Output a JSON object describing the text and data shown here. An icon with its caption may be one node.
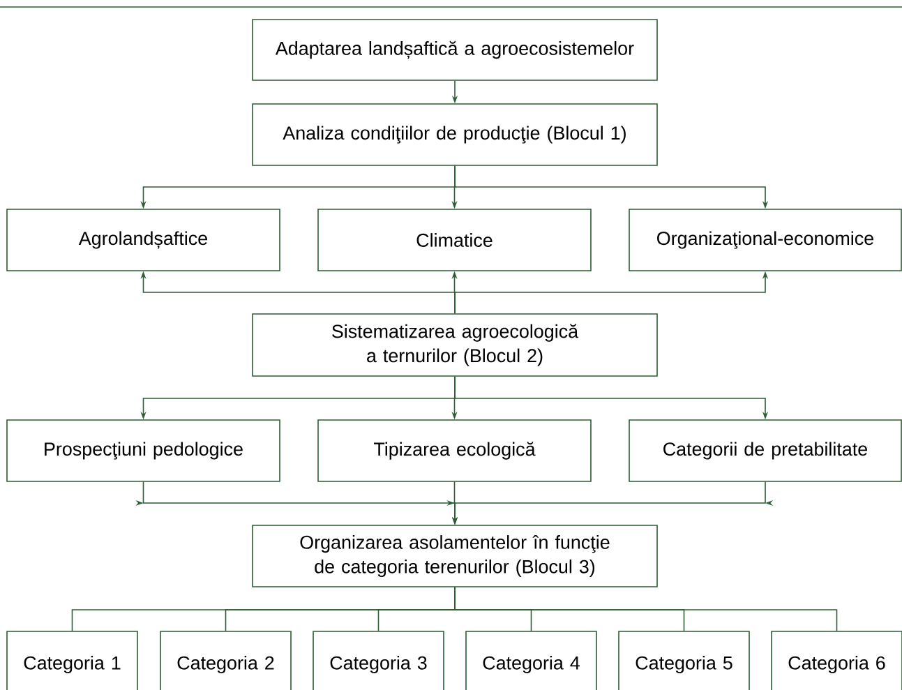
{
  "diagram": {
    "nodes": [
      {
        "text": [
          "Adaptarea landșaftică a agroecosistemelor"
        ]
      },
      {
        "text": [
          "Analiza condiţiilor de producţie (Blocul 1)"
        ]
      },
      {
        "text": [
          "Agrolandșaftice"
        ]
      },
      {
        "text": [
          "Climatice"
        ]
      },
      {
        "text": [
          "Organizaţional-economice"
        ]
      },
      {
        "text": [
          "Sistematizarea agroecologică a ternurilor (Blocul 2)"
        ]
      },
      {
        "text": [
          "Prospecţiuni pedologice"
        ]
      },
      {
        "text": [
          "Tipizarea ecologică"
        ]
      },
      {
        "text": [
          "Categorii de pretabilitate"
        ]
      },
      {
        "text": [
          "Organizarea asolamentelor în funcţie de categoria terenurilor (Blocul 3)"
        ]
      },
      {
        "text": [
          "Categoria 1"
        ]
      },
      {
        "text": [
          "Categoria 2"
        ]
      },
      {
        "text": [
          "Categoria 3"
        ]
      },
      {
        "text": [
          "Categoria 4"
        ]
      },
      {
        "text": [
          "Categoria 5"
        ]
      },
      {
        "text": [
          "Categoria 6"
        ]
      }
    ],
    "edges": [
      {
        "from": 0,
        "to": 1,
        "arrow": "to"
      },
      {
        "from": 1,
        "to": 2,
        "arrow": "to"
      },
      {
        "from": 1,
        "to": 3,
        "arrow": "to"
      },
      {
        "from": 1,
        "to": 4,
        "arrow": "to"
      },
      {
        "from": 5,
        "to": 2,
        "arrow": "to"
      },
      {
        "from": 5,
        "to": 3,
        "arrow": "to"
      },
      {
        "from": 5,
        "to": 4,
        "arrow": "to"
      },
      {
        "from": 5,
        "to": 6,
        "arrow": "to"
      },
      {
        "from": 5,
        "to": 7,
        "arrow": "to"
      },
      {
        "from": 5,
        "to": 8,
        "arrow": "to"
      },
      {
        "from": 6,
        "to": 9,
        "arrow": "to"
      },
      {
        "from": 7,
        "to": 9,
        "arrow": "to"
      },
      {
        "from": 8,
        "to": 9,
        "arrow": "to"
      },
      {
        "from": 9,
        "to": 10,
        "arrow": "none"
      },
      {
        "from": 9,
        "to": 11,
        "arrow": "none"
      },
      {
        "from": 9,
        "to": 12,
        "arrow": "none"
      },
      {
        "from": 9,
        "to": 13,
        "arrow": "none"
      },
      {
        "from": 9,
        "to": 14,
        "arrow": "none"
      },
      {
        "from": 9,
        "to": 15,
        "arrow": "none"
      }
    ]
  }
}
